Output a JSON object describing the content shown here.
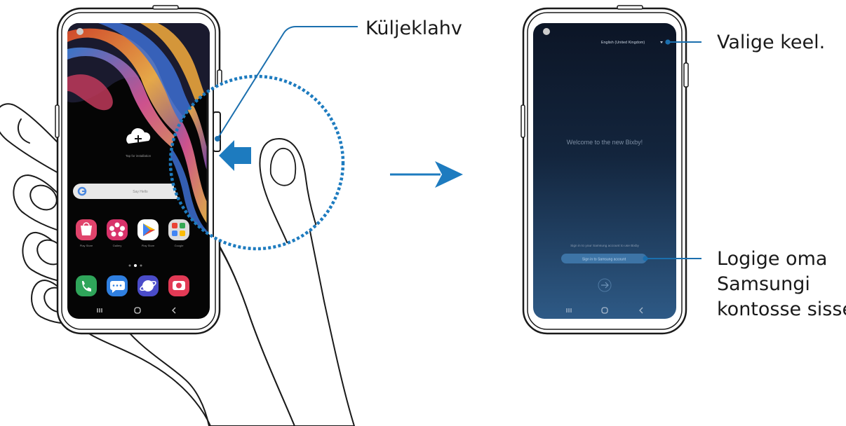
{
  "callouts": {
    "side_key": "Küljeklahv",
    "select_language": "Valige keel.",
    "sign_in_line1": "Logige oma",
    "sign_in_line2": "Samsungi",
    "sign_in_line3": "kontosse sisse."
  },
  "left_phone": {
    "cloud_hint": "Tap for installation",
    "search_placeholder": "Say Hello",
    "apps": [
      "Play Store",
      "Gallery",
      "Play Store",
      "Google"
    ]
  },
  "right_phone": {
    "language": "English (United Kingdom)",
    "welcome": "Welcome to the new Bixby!",
    "sign_in_hint": "Sign in to your Samsung account to use Bixby",
    "sign_in_button": "Sign in to Samsung account"
  },
  "colors": {
    "accent": "#1d7bbf",
    "callout_line": "#1b6fae",
    "bixby_bg_top": "#0d1a2e",
    "bixby_bg_bottom": "#2f5a86",
    "line_art": "#1a1a1a"
  },
  "icons": [
    "cloud-plus-icon",
    "google-search-icon",
    "galaxy-store-icon",
    "gallery-icon",
    "play-store-icon",
    "google-folder-icon",
    "phone-app-icon",
    "messages-app-icon",
    "internet-app-icon",
    "camera-app-icon",
    "recent-apps-icon",
    "home-icon",
    "back-icon",
    "dropdown-arrow-icon",
    "next-arrow-icon",
    "direction-arrow-icon",
    "press-arrow-icon"
  ]
}
